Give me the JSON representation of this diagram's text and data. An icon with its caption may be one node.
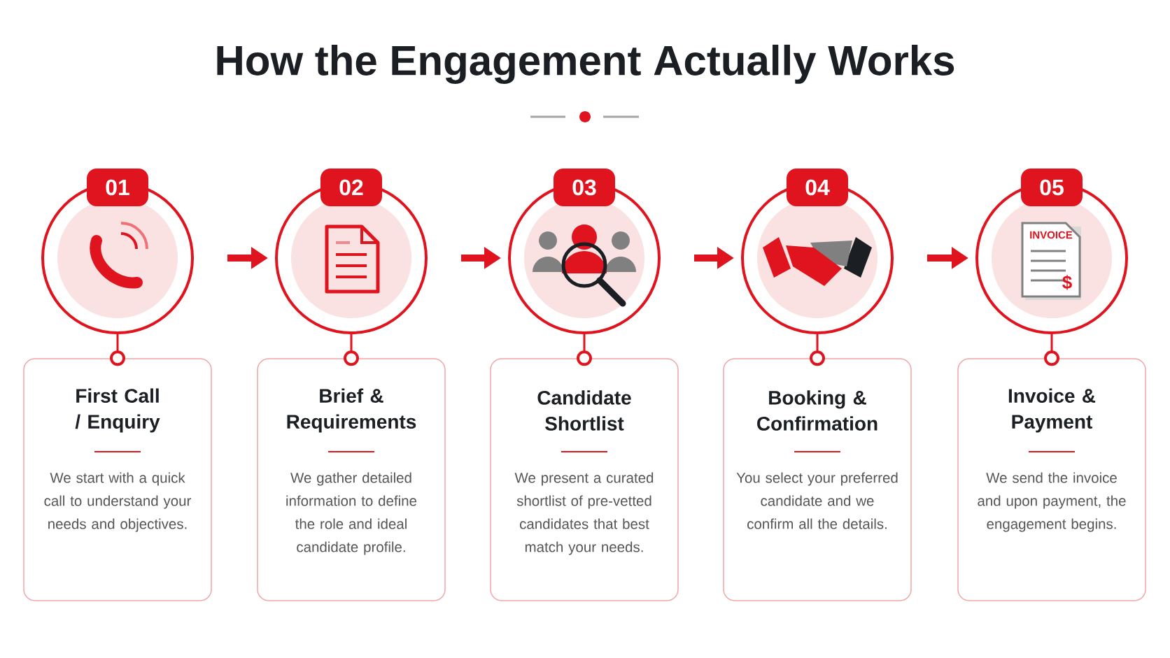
{
  "diagram": {
    "title": "How the Engagement Actually Works",
    "nodes": [
      {
        "text": [
          "01"
        ]
      },
      {
        "text": [
          "02"
        ]
      },
      {
        "text": [
          "03"
        ]
      },
      {
        "text": [
          "04"
        ]
      },
      {
        "text": [
          "05"
        ]
      },
      {
        "text": [
          "First Call / Enquiry",
          "We start with a quick call to understand your needs and objectives."
        ]
      },
      {
        "text": [
          "Brief & Requirements",
          "We gather detailed information to define the role and ideal candidate profile."
        ]
      },
      {
        "text": [
          "Candidate Shortlist",
          "We present a curated shortlist of pre-vetted candidates that best match your needs."
        ]
      },
      {
        "text": [
          "Booking & Confirmation",
          "You select your preferred candidate and we confirm all the details."
        ]
      },
      {
        "text": [
          "Invoice & Payment",
          "We send the invoice and upon payment, the engagement begins."
        ]
      }
    ],
    "edges": [
      {
        "from": 0,
        "to": 1,
        "arrow": "to",
        "style": "thick"
      },
      {
        "from": 1,
        "to": 2,
        "arrow": "to",
        "style": "thick"
      },
      {
        "from": 2,
        "to": 3,
        "arrow": "to",
        "style": "thick"
      },
      {
        "from": 3,
        "to": 4,
        "arrow": "to",
        "style": "thick"
      },
      {
        "from": 0,
        "to": 5,
        "arrow": "other"
      },
      {
        "from": 1,
        "to": 6,
        "arrow": "other"
      },
      {
        "from": 2,
        "to": 7,
        "arrow": "other"
      },
      {
        "from": 3,
        "to": 8,
        "arrow": "other"
      },
      {
        "from": 4,
        "to": 9,
        "arrow": "other"
      }
    ],
    "labels": [
      "INVOICE",
      "$"
    ]
  }
}
